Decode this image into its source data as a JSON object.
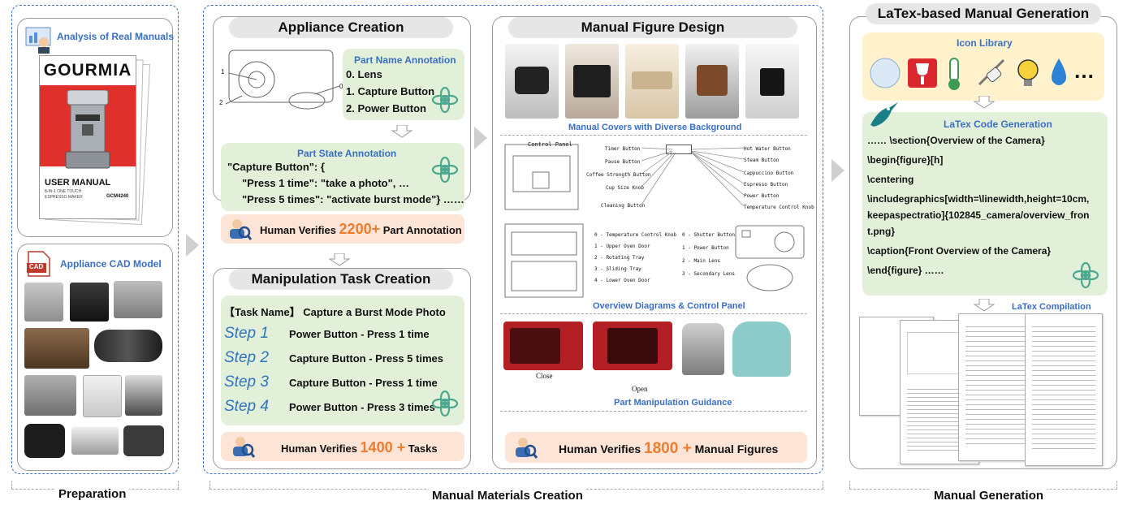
{
  "preparation": {
    "analysis_title": "Analysis of Real Manuals",
    "brand": "GOURMIA",
    "manual_title": "USER MANUAL",
    "manual_sub": "8-IN-1 ONE TOUCH ESPRESSO MAKER",
    "manual_model": "GCM4240",
    "cad_title": "Appliance CAD Model",
    "cad_badge": "CAD",
    "footer": "Preparation"
  },
  "appliance_creation": {
    "title": "Appliance Creation",
    "part_name_title": "Part Name Annotation",
    "parts": [
      "0. Lens",
      "1. Capture Button",
      "2. Power Button"
    ],
    "sketch_labels": [
      "1",
      "2",
      "0"
    ],
    "part_state_title": "Part State Annotation",
    "state_lines": [
      "\"Capture Button\": {",
      "\"Press 1 time\": \"take a photo\", …",
      "\"Press 5 times\": \"activate burst mode\"} ……"
    ],
    "verify_prefix": "Human Verifies ",
    "verify_count": "2200+",
    "verify_suffix": " Part Annotation"
  },
  "manipulation": {
    "title": "Manipulation Task Creation",
    "task_line": "【Task Name】 Capture a Burst Mode Photo",
    "steps": [
      {
        "label": "Step 1",
        "text": "Power Button - Press 1 time"
      },
      {
        "label": "Step 2",
        "text": "Capture Button - Press 5 times"
      },
      {
        "label": "Step 3",
        "text": "Capture Button - Press 1 time"
      },
      {
        "label": "Step 4",
        "text": "Power Button - Press 3 times"
      }
    ],
    "verify_prefix": "Human Verifies ",
    "verify_count": "1400 +",
    "verify_suffix": " Tasks"
  },
  "figure_design": {
    "title": "Manual Figure Design",
    "covers_caption": "Manual Covers with Diverse Background",
    "control_panel_label": "Control Panel",
    "left_buttons": [
      "Timer Button",
      "Pause Button",
      "Coffee Strength Button",
      "Cup Size Knob",
      "Cleaning Button"
    ],
    "right_buttons": [
      "Hot Water Button",
      "Steam Button",
      "Cappuccino Button",
      "Espresso Button",
      "Power Button",
      "Temperature Control Knob"
    ],
    "oven_labels": [
      "0 - Temperature Control Knob",
      "1 - Upper Oven Door",
      "2 - Rotating Tray",
      "3 - Sliding Tray",
      "4 - Lower Oven Door"
    ],
    "camera_labels": [
      "0 - Shutter Button",
      "1 - Power Button",
      "2 - Main Lens",
      "3 - Secondary Lens"
    ],
    "diagrams_caption": "Overview Diagrams & Control Panel",
    "close_label": "Close",
    "open_label": "Open",
    "guidance_caption": "Part Manipulation Guidance",
    "verify_prefix": "Human Verifies ",
    "verify_count": "1800 +",
    "verify_suffix": " Manual Figures"
  },
  "latex": {
    "title": "LaTex-based Manual Generation",
    "icon_library": "Icon Library",
    "ellipsis": "…",
    "code_title": "LaTex Code Generation",
    "code_lines": [
      "…… \\section{Overview of the Camera}",
      "\\begin{figure}[h]",
      "\\centering",
      "\\includegraphics[width=\\linewidth,height=10cm,",
      "keepaspectratio]{102845_camera/overview_fron",
      "t.png}",
      "\\caption{Front Overview of the Camera}",
      "\\end{figure} ……"
    ],
    "compile_title": "LaTex Compilation",
    "footer": "Manual Generation"
  },
  "middle_footer": "Manual Materials Creation",
  "colors": {
    "accent_blue": "#3a6fc4",
    "orange": "#ed7d31",
    "green_box": "#e2f0d9",
    "peach_box": "#fce4d6",
    "yellow_box": "#fff2cc"
  }
}
